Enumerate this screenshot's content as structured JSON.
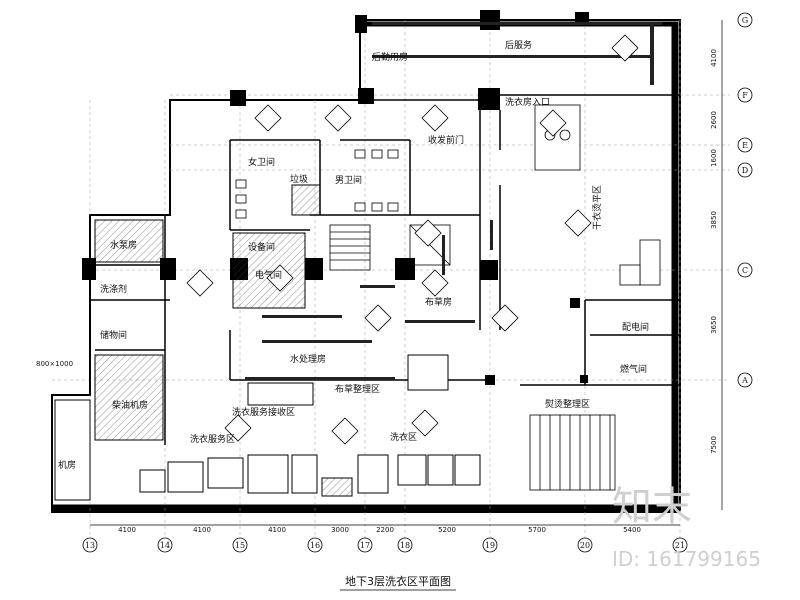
{
  "title": "地下3层洗衣区平面图",
  "watermark": {
    "brand": "知末",
    "id": "ID: 161799165"
  },
  "size_note": "800×1000",
  "rooms": [
    {
      "key": "r1",
      "text": "后服务"
    },
    {
      "key": "r2",
      "text": "后勤用房"
    },
    {
      "key": "r3",
      "text": "洗衣房入口"
    },
    {
      "key": "r4",
      "text": "收发前门"
    },
    {
      "key": "r5",
      "text": "女卫间"
    },
    {
      "key": "r6",
      "text": "男卫间"
    },
    {
      "key": "r7",
      "text": "垃圾"
    },
    {
      "key": "r8",
      "text": "设备间"
    },
    {
      "key": "r9",
      "text": "水泵房"
    },
    {
      "key": "r10",
      "text": "电气间"
    },
    {
      "key": "r11",
      "text": "布草房"
    },
    {
      "key": "r12",
      "text": "水处理房"
    },
    {
      "key": "r13",
      "text": "干衣烫平区"
    },
    {
      "key": "r14",
      "text": "洗衣服务接收区"
    },
    {
      "key": "r15",
      "text": "洗衣服务区"
    },
    {
      "key": "r16",
      "text": "洗衣区"
    },
    {
      "key": "r17",
      "text": "熨烫整理区"
    },
    {
      "key": "r18",
      "text": "配电间"
    },
    {
      "key": "r19",
      "text": "燃气间"
    },
    {
      "key": "r20",
      "text": "柴油机房"
    },
    {
      "key": "r21",
      "text": "洗涤剂"
    },
    {
      "key": "r22",
      "text": "储物间"
    },
    {
      "key": "r23",
      "text": "布草整理区"
    },
    {
      "key": "r24",
      "text": "机房"
    }
  ],
  "axes_h": [
    {
      "label": "13",
      "dim": "4100"
    },
    {
      "label": "14",
      "dim": "4100"
    },
    {
      "label": "15",
      "dim": "4100"
    },
    {
      "label": "16",
      "dim": "3000"
    },
    {
      "label": "17",
      "dim": "2200"
    },
    {
      "label": "18",
      "dim": "5200"
    },
    {
      "label": "19",
      "dim": "5700"
    },
    {
      "label": "20",
      "dim": "5400"
    },
    {
      "label": "21",
      "dim": ""
    }
  ],
  "axes_v": [
    {
      "label": "G",
      "dim": "4100"
    },
    {
      "label": "F",
      "dim": "2600"
    },
    {
      "label": "E",
      "dim": "1600"
    },
    {
      "label": "D",
      "dim": "3850"
    },
    {
      "label": "C",
      "dim": "3650"
    },
    {
      "label": "A",
      "dim": "7500"
    }
  ]
}
